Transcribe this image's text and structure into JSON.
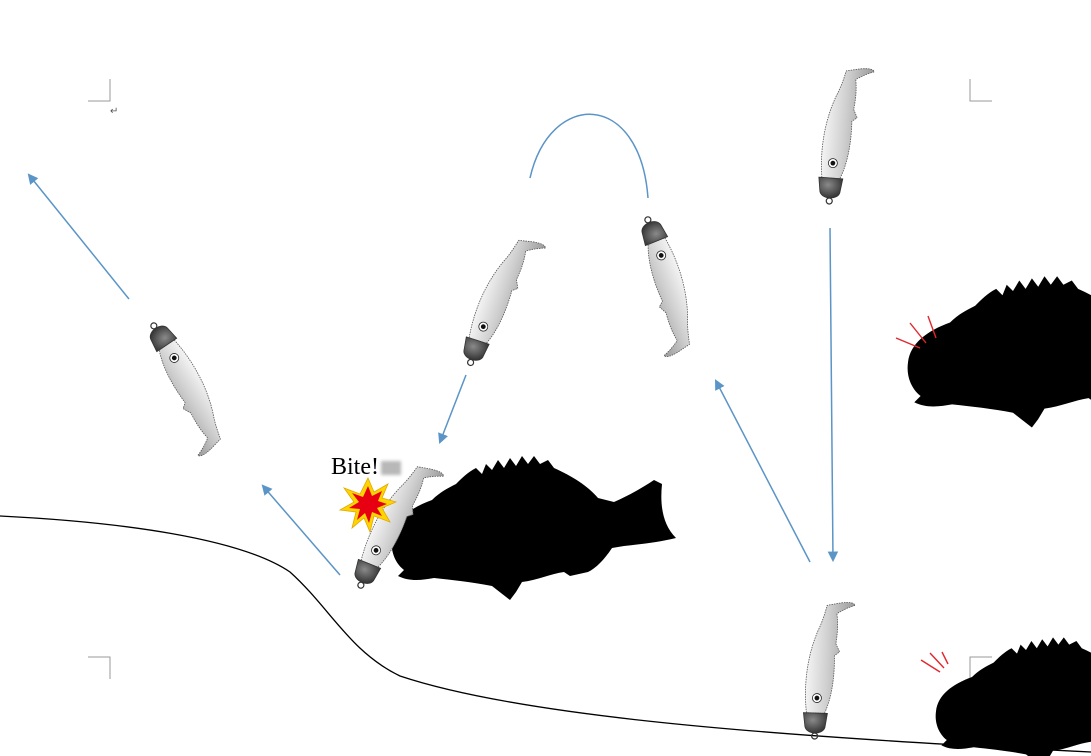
{
  "labels": {
    "bite": "Bite!",
    "paragraph_mark": "↵"
  },
  "icons": {
    "lure": "soft-plastic-lure-with-jighead",
    "fish": "rockfish-silhouette",
    "burst": "explosion-burst-icon",
    "alert": "alert-lines-icon"
  },
  "colors": {
    "arrow": "#5b94c6",
    "burst_outer": "#ffd400",
    "burst_inner": "#e60012",
    "fish": "#000000",
    "seabed": "#000000",
    "alert": "#e3262d",
    "lure_head": "#4a4a4a"
  }
}
